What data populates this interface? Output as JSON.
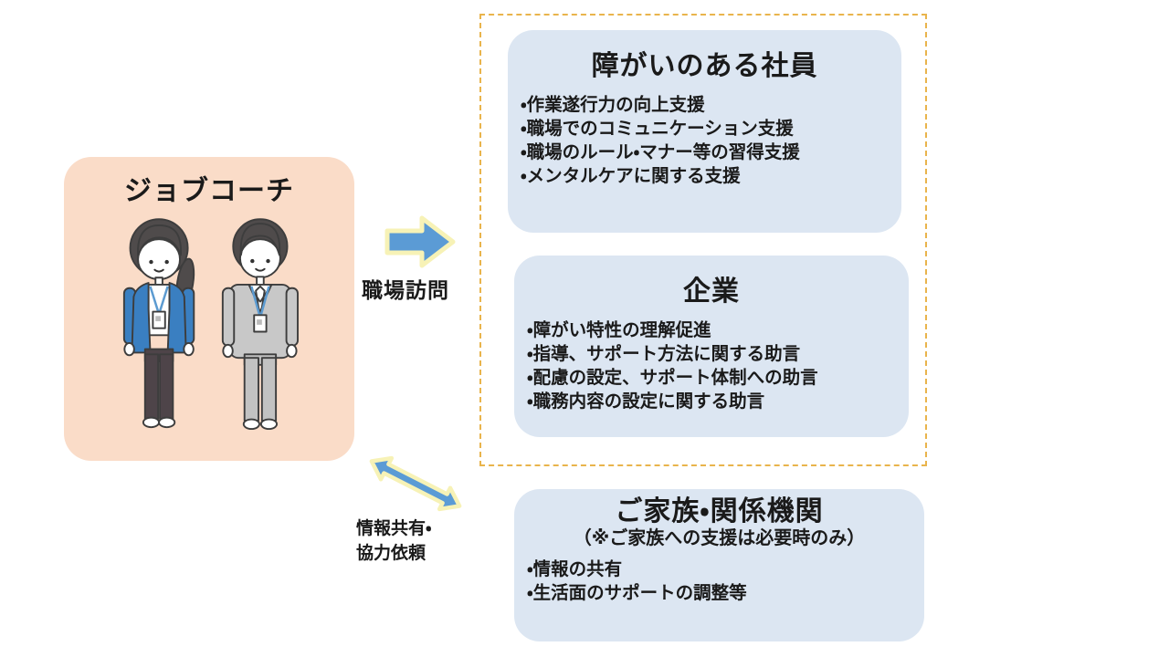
{
  "coach_box": {
    "title": "ジョブコーチ",
    "illustration": "two-job-coaches-with-id-badges",
    "bg_color": "#FADCC8"
  },
  "visit_arrow": {
    "label": "職場訪問",
    "direction": "right",
    "color": "#5B9BD5",
    "glow_color": "#F7F2B6"
  },
  "share_arrow": {
    "label_lines": [
      "情報共有・",
      "協力依頼"
    ],
    "direction": "diagonal-double",
    "color": "#5B9BD5",
    "glow_color": "#F7F2B6"
  },
  "dashed_group": {
    "border_color": "#E9B44C"
  },
  "group_boxes": [
    {
      "id": "employees",
      "title": "障がいのある社員",
      "bullets": [
        "・作業遂行力の向上支援",
        "・職場でのコミュニケーション支援",
        "・職場のルール・マナー等の習得支援",
        "・メンタルケアに関する支援"
      ],
      "bg_color": "#DCE6F2"
    },
    {
      "id": "company",
      "title": "企業",
      "bullets": [
        "・障がい特性の理解促進",
        "・指導、サポート方法に関する助言",
        "・配慮の設定、サポート体制への助言",
        "・職務内容の設定に関する助言"
      ],
      "bg_color": "#DCE6F2"
    },
    {
      "id": "family",
      "title": "ご家族・関係機関",
      "subtitle": "（※ご家族への支援は必要時のみ）",
      "bullets": [
        "・情報の共有",
        "・生活面のサポートの調整等"
      ],
      "bg_color": "#DCE6F2"
    }
  ],
  "illustration_colors": {
    "cardigan_blue": "#3A7FC1",
    "suit_gray": "#C8C8C8",
    "pants_dark": "#4E4449",
    "pants_gray": "#C2C2C2",
    "hair": "#4F4B4B",
    "lanyard_blue": "#5C9BD1",
    "outline": "#3D3D3D"
  }
}
